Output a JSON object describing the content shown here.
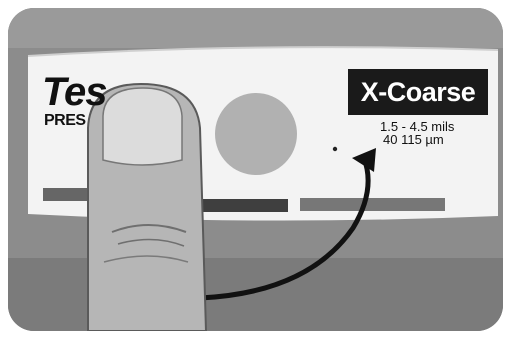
{
  "label": {
    "brand": "Tes",
    "brand_sub": "PRES",
    "grade": "X-Coarse",
    "spec_mils": "1.5 - 4.5 mils",
    "spec_microns": "40  115 µm"
  },
  "colors": {
    "background": "#ffffff",
    "photo_bg": "#8a8a8a",
    "label_paper": "#f2f2f2",
    "badge": "#1a1a1a",
    "gray_circle": "#b0b0b0",
    "bar_dark": "#444444",
    "bar_mid": "#666666",
    "bar_light": "#888888",
    "finger": "#b3b3b3",
    "nail": "#d9d9d9",
    "arrow": "#111111"
  },
  "icons": [
    "thumb-pressing-label",
    "curved-arrow"
  ]
}
